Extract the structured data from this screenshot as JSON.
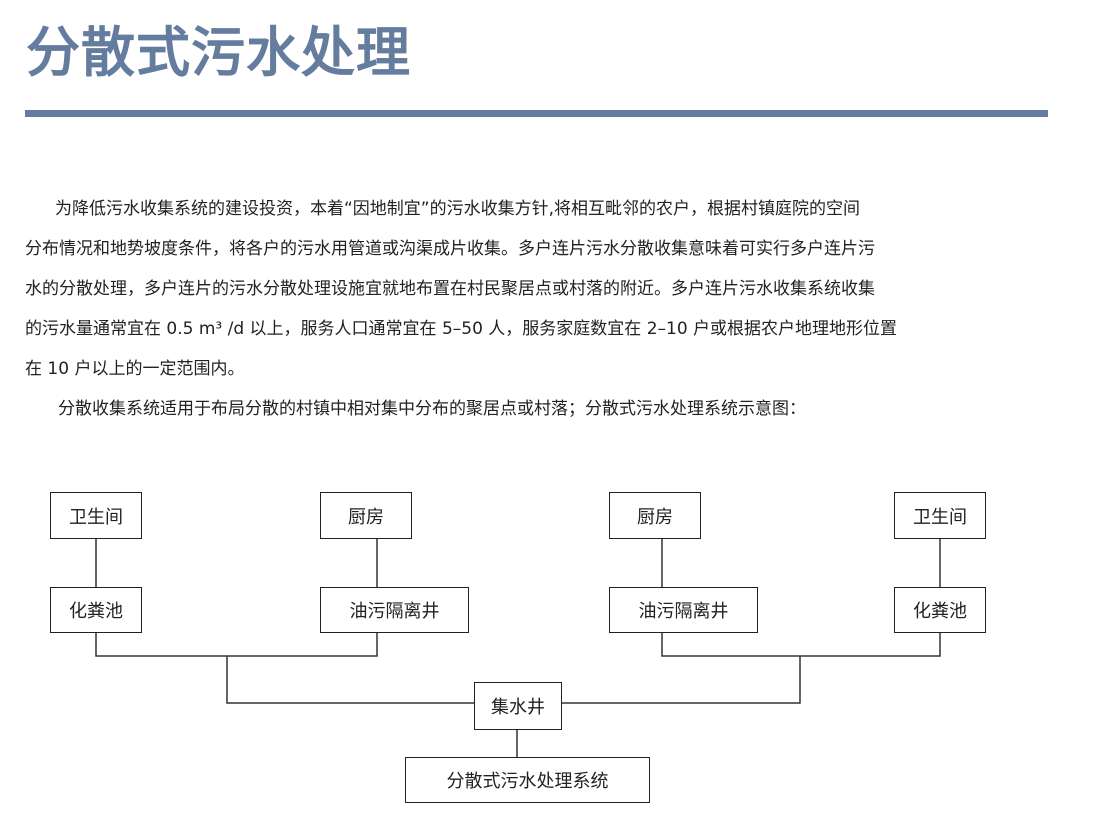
{
  "title": "分散式污水处理",
  "paragraph1_lines": [
    "为降低污水收集系统的建设投资，本着“因地制宜”的污水收集方针,将相互毗邻的农户，根据村镇庭院的空间",
    "分布情况和地势坡度条件，将各户的污水用管道或沟渠成片收集。多户连片污水分散收集意味着可实行多户连片污",
    "水的分散处理，多户连片的污水分散处理设施宜就地布置在村民聚居点或村落的附近。多户连片污水收集系统收集",
    "的污水量通常宜在 0.5 m³ /d 以上，服务人口通常宜在 5–50 人，服务家庭数宜在 2–10 户或根据农户地理地形位置",
    "在 10 户以上的一定范围内。"
  ],
  "paragraph2": "分散收集系统适用于布局分散的村镇中相对集中分布的聚居点或村落；分散式污水处理系统示意图：",
  "diagram": {
    "toilet_left": "卫生间",
    "kitchen_left": "厨房",
    "kitchen_right": "厨房",
    "toilet_right": "卫生间",
    "septic_left": "化粪池",
    "grease_left": "油污隔离井",
    "grease_right": "油污隔离井",
    "septic_right": "化粪池",
    "collection_well": "集水井",
    "system": "分散式污水处理系统"
  },
  "colors": {
    "accent": "#647c9e"
  }
}
